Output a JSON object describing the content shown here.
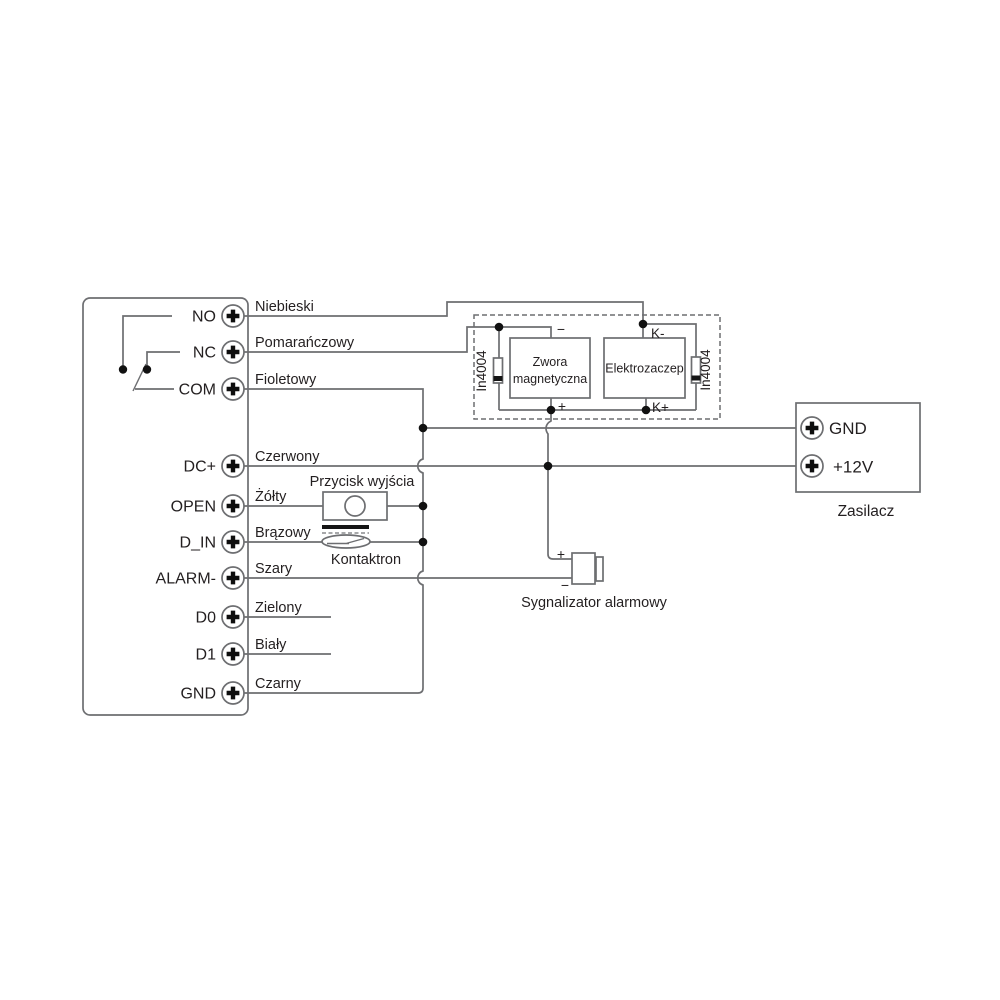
{
  "diagram": {
    "controller": {
      "terminals": [
        {
          "name": "NO",
          "wire": "Niebieski"
        },
        {
          "name": "NC",
          "wire": "Pomarańczowy"
        },
        {
          "name": "COM",
          "wire": "Fioletowy"
        },
        {
          "name": "DC+",
          "wire": "Czerwony"
        },
        {
          "name": "OPEN",
          "wire": "Żółty"
        },
        {
          "name": "D_IN",
          "wire": "Brązowy"
        },
        {
          "name": "ALARM-",
          "wire": "Szary"
        },
        {
          "name": "D0",
          "wire": "Zielony"
        },
        {
          "name": "D1",
          "wire": "Biały"
        },
        {
          "name": "GND",
          "wire": "Czarny"
        }
      ]
    },
    "lock_box": {
      "maglock_line1": "Zwora",
      "maglock_line2": "magnetyczna",
      "strike": "Elektrozaczep",
      "diode_left": "In4004",
      "diode_right": "In4004",
      "minus": "−",
      "plus": "+",
      "k_minus": "K-",
      "k_plus": "K+"
    },
    "exit_button_label": "Przycisk wyjścia",
    "reed_label": "Kontaktron",
    "alarm": {
      "label": "Sygnalizator alarmowy",
      "plus": "+",
      "minus": "−"
    },
    "psu": {
      "gnd": "GND",
      "v12": "+12V",
      "label": "Zasilacz"
    }
  },
  "colors": {
    "wire": "#6d6e71",
    "text": "#231f20",
    "junction": "#111111",
    "background": "#ffffff"
  }
}
